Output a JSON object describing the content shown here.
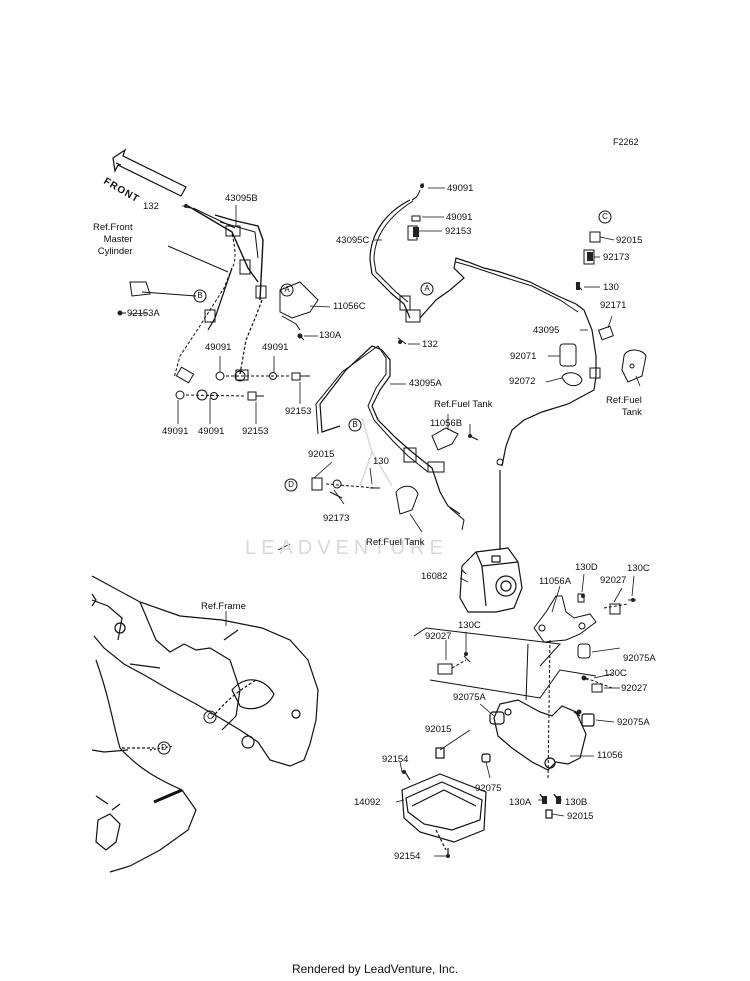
{
  "diagram_code": "F2262",
  "footer": "Rendered by LeadVenture, Inc.",
  "watermark": "LEADVENTURE",
  "front_arrow": "FRONT",
  "markers": {
    "a": "A",
    "b": "B",
    "c": "C",
    "d": "D"
  },
  "refs": {
    "front_master_cylinder": "Ref.Front\nMaster\nCylinder",
    "fuel_tank_1": "Ref.Fuel\nTank",
    "fuel_tank_2": "Ref.Fuel Tank",
    "fuel_tank_3": "Ref.Fuel Tank",
    "frame": "Ref.Frame"
  },
  "labels": {
    "l132_top": "132",
    "l43095b": "43095B",
    "l92153a": "92153A",
    "l11056c": "11056C",
    "l130a_top": "130A",
    "l49091_m1": "49091",
    "l49091_m2": "49091",
    "l92153_m": "92153",
    "l49091_b1": "49091",
    "l49091_b2": "49091",
    "l92153_b": "92153",
    "l49091_t1": "49091",
    "l49091_t2": "49091",
    "l43095c": "43095C",
    "l92153_t": "92153",
    "l132_mid": "132",
    "l43095a": "43095A",
    "l92015_tr": "92015",
    "l92173_tr": "92173",
    "l130_tr": "130",
    "l92171": "92171",
    "l43095": "43095",
    "l92071": "92071",
    "l92072": "92072",
    "l11056b": "11056B",
    "l92015_m": "92015",
    "l130_m": "130",
    "l92173_m": "92173",
    "l16082": "16082",
    "l130d": "130D",
    "l11056a": "11056A",
    "l92027_r": "92027",
    "l130c_r": "130C",
    "l92027_l": "92027",
    "l130c_l": "130C",
    "l92075a_1": "92075A",
    "l130c_2": "130C",
    "l92027_2": "92027",
    "l92075a_2": "92075A",
    "l92075a_3": "92075A",
    "l92015_b": "92015",
    "l11056": "11056",
    "l92154_1": "92154",
    "l92075": "92075",
    "l14092": "14092",
    "l130a_b": "130A",
    "l130b": "130B",
    "l92015_bb": "92015",
    "l92154_2": "92154"
  }
}
